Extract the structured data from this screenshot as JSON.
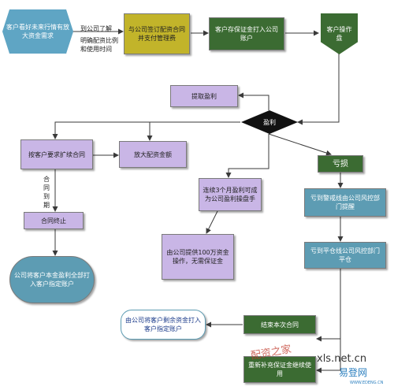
{
  "nodes": {
    "n_customer_interest": "客户看好未来行情有放大资金需求",
    "n_understand": "到公司了解",
    "n_sign": "与公司签订配资合同并支付管理费",
    "n_deposit": "客户存保证金打入公司账户",
    "n_operation": "客户操作盘",
    "n_withdraw": "提取盈利",
    "n_decision": "盈利",
    "n_expand_contract": "按客户要求扩续合同",
    "n_increase": "放大配资金额",
    "n_contract_end": "合同终止",
    "n_settle_all": "公司将客户本金盈利全部打入客户指定账户",
    "n_three_months": "连续3个月盈利可成为公司盈利操盘手",
    "n_company_funds": "由公司提供100万资金操作，无需保证金",
    "n_loss": "亏损",
    "n_warning": "亏到警戒线由公司风控部门提醒",
    "n_stop_loss": "亏到平仓线公司风控部门平仓",
    "n_close_contract": "结束本次合同",
    "n_refund": "由公司将客户剩余资金打入客户指定账户",
    "n_continue": "重新补充保证金继续使用"
  },
  "edge_labels": {
    "understand_detail": "明确配资比例和使用时间",
    "contract_due": "合同到期"
  },
  "watermark": {
    "left": "配资之家",
    "domain": "xls.net.cn",
    "brand": "易登网",
    "brand_url": "WWW.EDENG.CN"
  },
  "colors": {
    "blue_node": "#5fa5c4",
    "olive_node": "#c2b42a",
    "dark_green_node": "#3b6b32",
    "lavender_node": "#c9b6e6",
    "teal_node": "#5d9cb3",
    "arrow": "#3a3a3a"
  }
}
